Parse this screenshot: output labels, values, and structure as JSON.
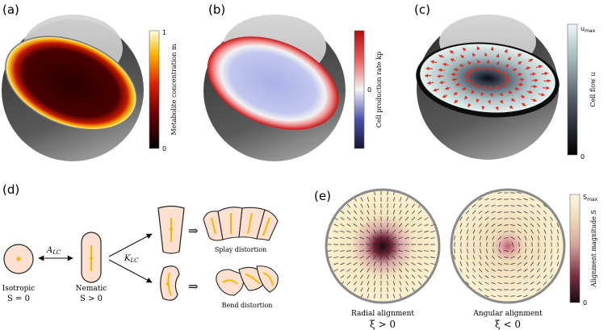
{
  "panels": {
    "a": {
      "label": "(a)",
      "colorbar": {
        "top": "1",
        "bottom": "0",
        "title": "Metabolite concentration m"
      }
    },
    "b": {
      "label": "(b)",
      "colorbar": {
        "mid": "0",
        "title": "Cell production rate kp"
      }
    },
    "c": {
      "label": "(c)",
      "colorbar": {
        "top": "u",
        "top_sub": "max",
        "bottom": "0",
        "title": "Cell flow u"
      }
    },
    "d": {
      "label": "(d)",
      "isotropic": {
        "name": "Isotropic",
        "condition": "S = 0"
      },
      "nematic": {
        "name": "Nematic",
        "condition": "S > 0"
      },
      "arrow_a": {
        "symbol": "A",
        "sub": "LC"
      },
      "arrow_k": {
        "symbol": "K",
        "sub": "LC"
      },
      "implies": "⇒",
      "splay": "Splay distortion",
      "bend": "Bend distortion"
    },
    "e": {
      "label": "(e)",
      "radial": {
        "name": "Radial alignment",
        "condition": "ξ > 0"
      },
      "angular": {
        "name": "Angular alignment",
        "condition": "ξ < 0"
      },
      "colorbar": {
        "top": "S",
        "top_sub": "max",
        "bottom": "0",
        "title": "Alignment magnitude S"
      }
    }
  },
  "colors": {
    "cell_fill": "#fde0cf",
    "director": "#f5b800",
    "flow_arrow": "#e8281c",
    "outline": "#222222"
  }
}
